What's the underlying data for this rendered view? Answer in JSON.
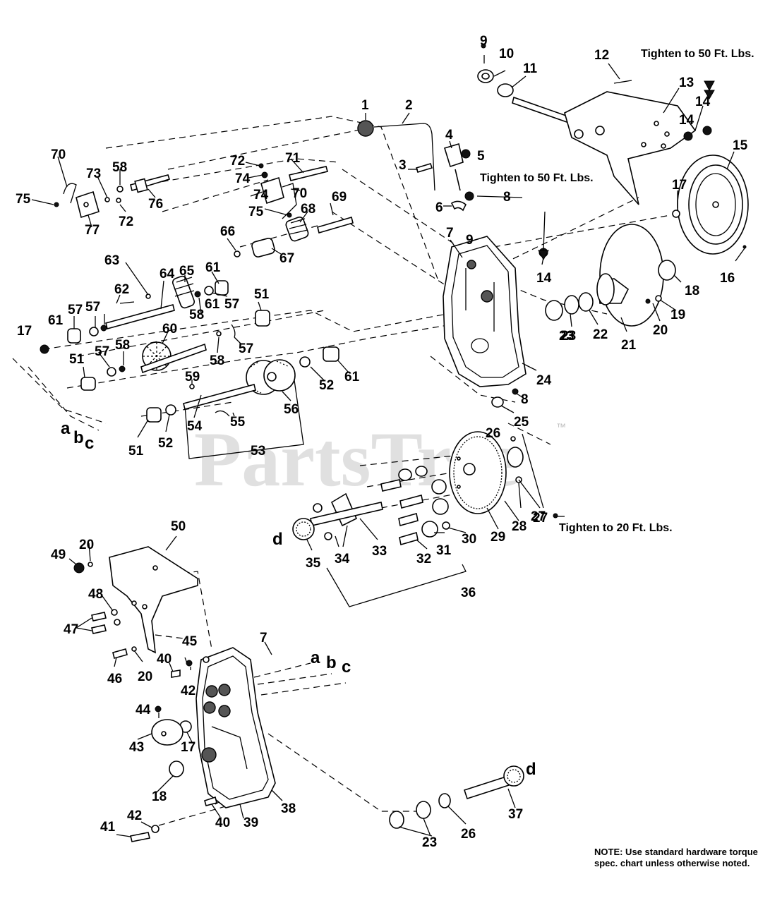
{
  "watermark": {
    "text": "PartsTree",
    "trademark": "™"
  },
  "torque_notes": {
    "top_right": "Tighten to 50 Ft. Lbs.",
    "middle": "Tighten to 50 Ft. Lbs.",
    "gear": "Tighten to 20 Ft. Lbs."
  },
  "note": "NOTE: Use standard hardware torque spec. chart unless otherwise noted.",
  "connector_letters": [
    "a",
    "b",
    "c",
    "d"
  ],
  "part_numbers": [
    "1",
    "2",
    "3",
    "4",
    "5",
    "6",
    "7",
    "8",
    "9",
    "10",
    "11",
    "12",
    "13",
    "14",
    "15",
    "16",
    "17",
    "18",
    "19",
    "20",
    "21",
    "22",
    "23",
    "24",
    "25",
    "26",
    "27",
    "28",
    "29",
    "30",
    "31",
    "32",
    "33",
    "34",
    "35",
    "36",
    "37",
    "38",
    "39",
    "40",
    "41",
    "42",
    "43",
    "44",
    "45",
    "46",
    "47",
    "48",
    "49",
    "50",
    "51",
    "52",
    "53",
    "54",
    "55",
    "56",
    "57",
    "58",
    "59",
    "60",
    "61",
    "62",
    "63",
    "64",
    "65",
    "66",
    "67",
    "68",
    "69",
    "70",
    "71",
    "72",
    "73",
    "74",
    "75",
    "76",
    "77"
  ],
  "colors": {
    "ink": "#000000",
    "watermark": "#c8c8c8"
  }
}
